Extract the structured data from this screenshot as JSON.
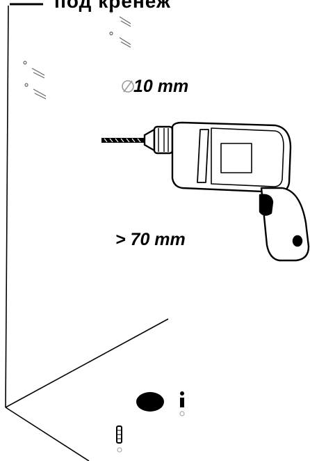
{
  "header": {
    "title": "под кренеж"
  },
  "annotations": {
    "diameter": "10 mm",
    "depth": "> 70 mm"
  },
  "icons": {
    "diameter_symbol": "diameter-icon",
    "tool": "drill-icon",
    "fastener": "wall-plug-icon",
    "screw": "screw-icon",
    "info": "info-icon"
  },
  "colors": {
    "ink": "#000000",
    "background": "#ffffff",
    "light_gray": "#bdbdbd"
  }
}
